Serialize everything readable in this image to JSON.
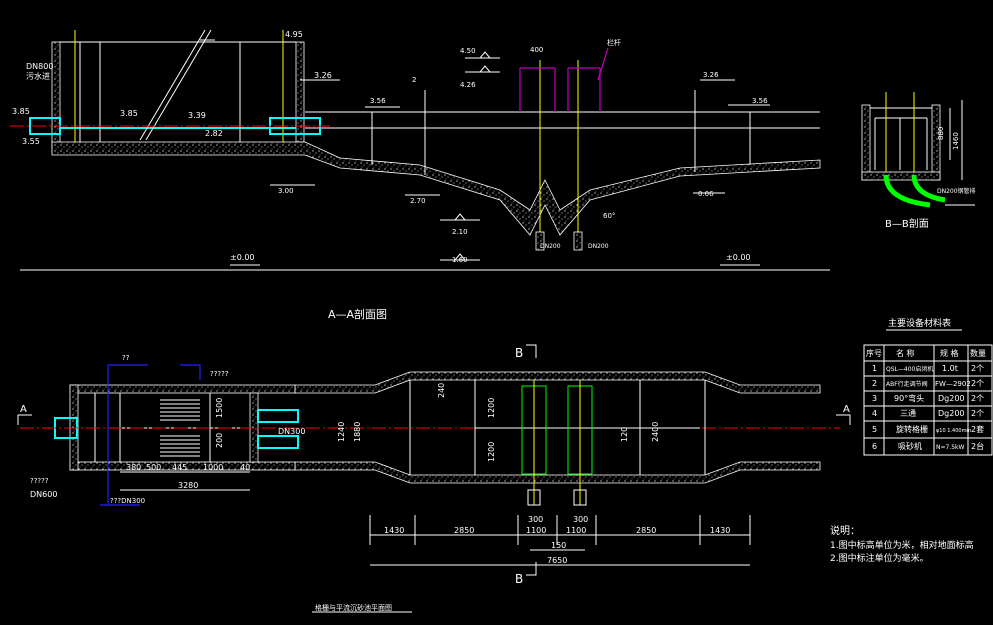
{
  "colors": {
    "background": "#000000",
    "line": "#ffffff",
    "water": "#00ffff",
    "axis": "#ff0000",
    "pipe": "#ffff00",
    "pump": "#00ff00",
    "gate": "#c000c0",
    "leader": "#2020ff"
  },
  "section_aa": {
    "title": "A—A剖面图",
    "labels": {
      "inlet_pipe": "DN800",
      "inlet_desc": "污水进",
      "el_385_left": "3.85",
      "el_355": "3.55",
      "el_385_mid": "3.85",
      "el_339": "3.39",
      "el_282": "2.82",
      "el_495": "4.95",
      "el_326": "3.26",
      "el_300": "3.00",
      "el_356_a": "3.56",
      "el_270": "2.70",
      "el_450": "4.50",
      "el_426": "4.26",
      "dim_400": "400",
      "railing": "栏杆",
      "el_356_b": "3.26",
      "el_356_c": "3.56",
      "el_006": "0.06",
      "el_210": "2.10",
      "el_160": "1.60",
      "angle": "60°",
      "dn200_a": "DN200",
      "dn200_b": "DN200",
      "ground_a": "±0.00",
      "ground_b": "±0.00",
      "tag_2": "2"
    }
  },
  "section_bb": {
    "title": "B—B剖面",
    "dim_880": "880",
    "dim_1460": "1460",
    "pipe_note": "DN200钢管排"
  },
  "plan": {
    "title": "格栅与平流沉砂池平面图",
    "section_a_left": "A",
    "section_a_right": "A",
    "section_b_top": "B",
    "section_b_bottom": "B",
    "qq": "??",
    "qmarks_a": "?????",
    "qmarks_b": "?????",
    "dn600": "DN600",
    "dn300_a": "DN300",
    "dn300_b": "???DN300",
    "dims_left": [
      "380",
      "500",
      "445",
      "1000",
      "40"
    ],
    "dim_3280": "3280",
    "dim_1880": "1880",
    "dim_1240": "1240",
    "dim_1500": "1500",
    "dim_200": "200",
    "dim_240": "240",
    "dim_1200_a": "1200",
    "dim_1200_b": "1200",
    "dim_120": "120",
    "dim_2400": "2400",
    "bottom_dims": [
      "1430",
      "2850",
      "1100",
      "1100",
      "2850",
      "1430"
    ],
    "dim_300_a": "300",
    "dim_300_b": "300",
    "dim_150": "150",
    "dim_7650": "7650"
  },
  "equipment_table": {
    "title": "主要设备材料表",
    "headers": [
      "序号",
      "名 称",
      "规 格",
      "数量"
    ],
    "rows": [
      [
        "1",
        "QSL—400启闭机",
        "1.0t",
        "2个"
      ],
      [
        "2",
        "ABF行走调节阀",
        "FW—2902",
        "2个"
      ],
      [
        "3",
        "90°弯头",
        "Dg200",
        "2个"
      ],
      [
        "4",
        "三通",
        "Dg200",
        "2个"
      ],
      [
        "5",
        "旋转格栅",
        "φ10 1.400mm",
        "2套"
      ],
      [
        "6",
        "吸砂机",
        "N=7.5kW",
        "2台"
      ]
    ]
  },
  "notes": {
    "heading": "说明：",
    "lines": [
      "1.图中标高单位为米，相对地面标高",
      "2.图中标注单位为毫米。"
    ]
  }
}
